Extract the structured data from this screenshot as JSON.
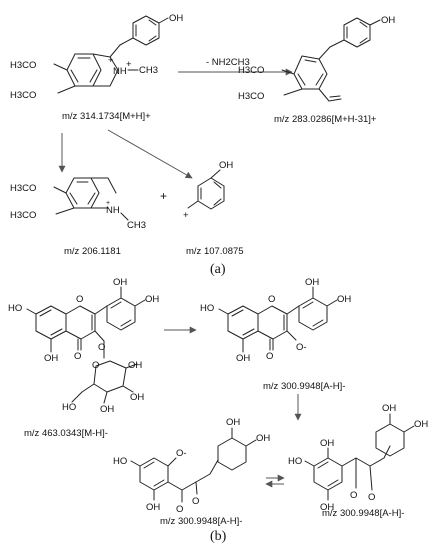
{
  "part_a": {
    "caption": "(a)",
    "reaction_label": "- NH2CH3",
    "parent": {
      "atom_oh": "OH",
      "atom_h3co_1": "H3CO",
      "atom_h3co_2": "H3CO",
      "atom_nh": "NH",
      "atom_ch3": "CH3",
      "charge": "+",
      "mz_label": "m/z 314.1734[M+H]+"
    },
    "product": {
      "atom_oh": "OH",
      "atom_h3co_1": "H3CO",
      "atom_h3co_2": "H3CO",
      "mz_label": "m/z 283.0286[M+H-31]+"
    },
    "fragment_1": {
      "atom_h3co_1": "H3CO",
      "atom_h3co_2": "H3CO",
      "atom_nh": "NH",
      "atom_ch3": "CH3",
      "mz_label": "m/z 206.1181"
    },
    "plus_sign": "+",
    "fragment_2": {
      "atom_oh": "OH",
      "charge": "+",
      "mz_label": "m/z 107.0875"
    }
  },
  "part_b": {
    "caption": "(b)",
    "glycoside": {
      "mz_label": "m/z 463.0343[M-H]-",
      "atoms": [
        "HO",
        "OH",
        "OH",
        "O",
        "OH",
        "O",
        "O",
        "O",
        "OH",
        "OH",
        "HO",
        "OH"
      ]
    },
    "aglycone": {
      "mz_label": "m/z 300.9948[A-H]-",
      "atoms": [
        "HO",
        "OH",
        "OH",
        "O",
        "OH",
        "O",
        "O-"
      ]
    },
    "open_chain_1": {
      "mz_label": "m/z 300.9948[A-H]-",
      "atoms": [
        "OH",
        "OH",
        "HO",
        "O-",
        "O",
        "O",
        "OH"
      ]
    },
    "open_chain_2": {
      "mz_label": "m/z 300.9948[A-H]-",
      "atoms": [
        "OH",
        "OH",
        "HO",
        "OH",
        "OH",
        "O",
        "O"
      ]
    }
  }
}
